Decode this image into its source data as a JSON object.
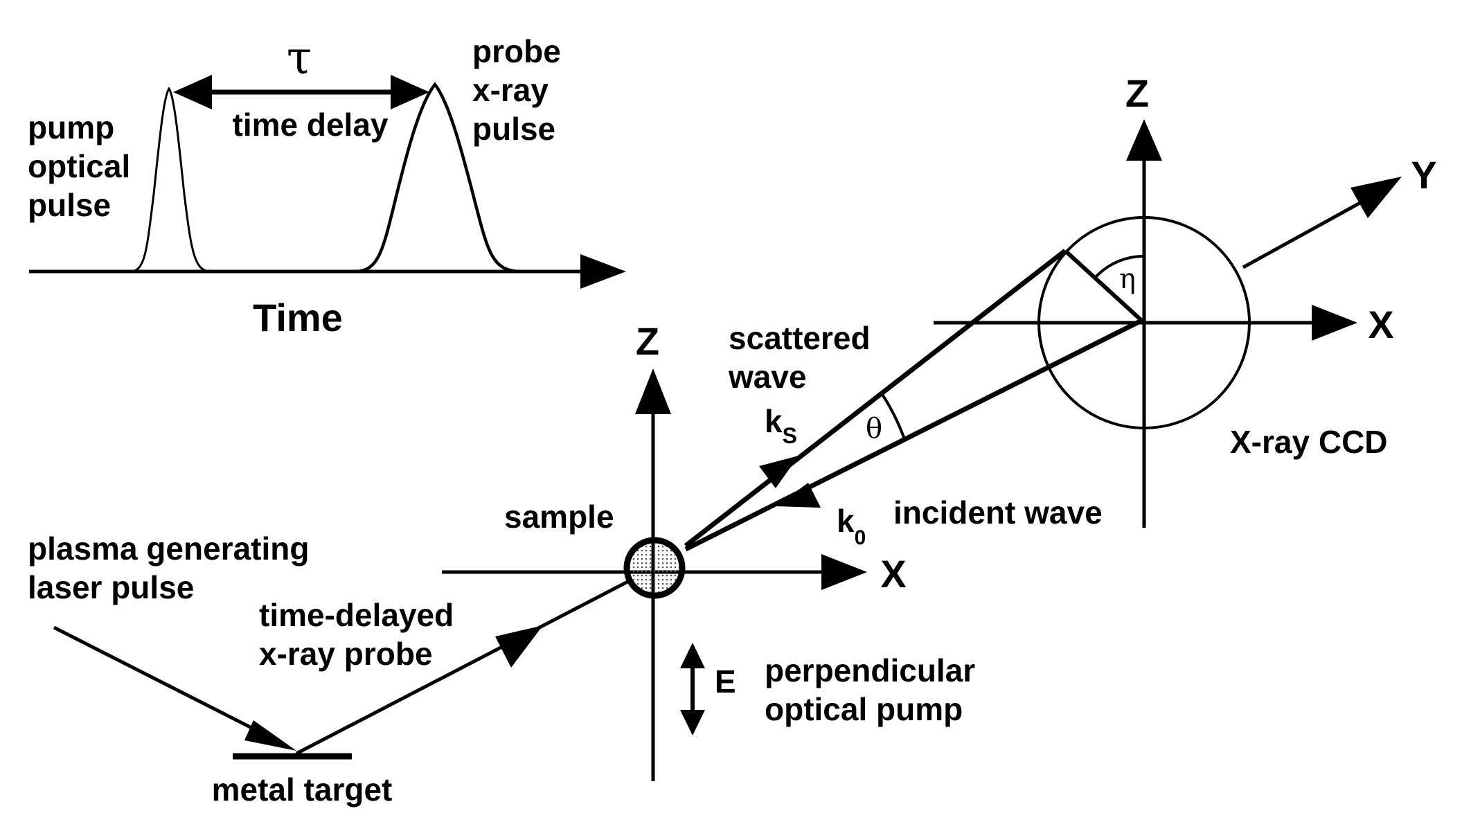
{
  "timing": {
    "tau": "τ",
    "time_delay": "time delay",
    "pump_lines": [
      "pump",
      "optical",
      "pulse"
    ],
    "probe_lines": [
      "probe",
      "x-ray",
      "pulse"
    ],
    "axis_label": "Time"
  },
  "source": {
    "plasma_lines": [
      "plasma generating",
      "laser pulse"
    ],
    "probe_lines": [
      "time-delayed",
      "x-ray probe"
    ],
    "target": "metal target"
  },
  "sample": {
    "label": "sample",
    "z_axis": "Z",
    "x_axis": "X",
    "field": "E",
    "pump_lines": [
      "perpendicular",
      "optical pump"
    ]
  },
  "scatter": {
    "scattered_lines": [
      "scattered",
      "wave"
    ],
    "ks": "k",
    "ks_sub": "S",
    "k0": "k",
    "k0_sub": "0",
    "theta": "θ",
    "incident": "incident wave"
  },
  "detector": {
    "z_axis": "Z",
    "x_axis": "X",
    "y_axis": "Y",
    "eta": "η",
    "label": "X-ray CCD"
  }
}
